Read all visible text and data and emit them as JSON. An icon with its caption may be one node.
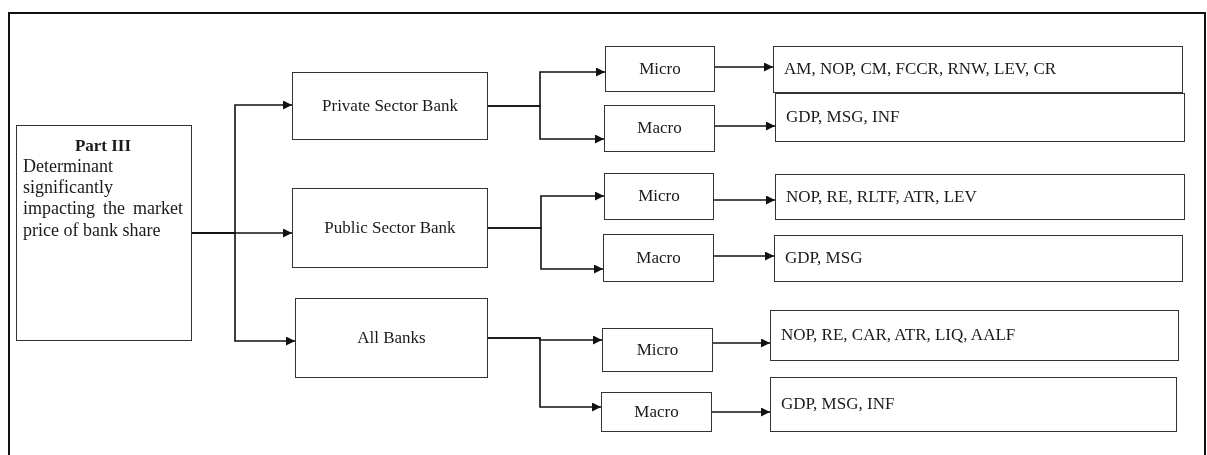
{
  "diagram": {
    "nodes": [
      {
        "text": [
          "Part III",
          "Determinant significantly impacting the market price of bank share"
        ]
      },
      {
        "text": [
          "Private Sector Bank"
        ]
      },
      {
        "text": [
          "Public Sector Bank"
        ]
      },
      {
        "text": [
          "All Banks"
        ]
      },
      {
        "text": [
          "Micro"
        ]
      },
      {
        "text": [
          "Macro"
        ]
      },
      {
        "text": [
          "Micro"
        ]
      },
      {
        "text": [
          "Macro"
        ]
      },
      {
        "text": [
          "Micro"
        ]
      },
      {
        "text": [
          "Macro"
        ]
      },
      {
        "text": [
          "AM, NOP, CM, FCCR, RNW, LEV, CR"
        ]
      },
      {
        "text": [
          "GDP, MSG, INF"
        ]
      },
      {
        "text": [
          "NOP, RE, RLTF, ATR, LEV"
        ]
      },
      {
        "text": [
          "GDP, MSG"
        ]
      },
      {
        "text": [
          "NOP, RE, CAR, ATR, LIQ, AALF"
        ]
      },
      {
        "text": [
          "GDP, MSG, INF"
        ]
      }
    ],
    "edges": [
      {
        "from": 0,
        "to": 1,
        "arrow": "to"
      },
      {
        "from": 0,
        "to": 2,
        "arrow": "to"
      },
      {
        "from": 0,
        "to": 3,
        "arrow": "to"
      },
      {
        "from": 1,
        "to": 4,
        "arrow": "to"
      },
      {
        "from": 1,
        "to": 5,
        "arrow": "to"
      },
      {
        "from": 2,
        "to": 6,
        "arrow": "to"
      },
      {
        "from": 2,
        "to": 7,
        "arrow": "to"
      },
      {
        "from": 3,
        "to": 8,
        "arrow": "to"
      },
      {
        "from": 3,
        "to": 9,
        "arrow": "to"
      },
      {
        "from": 4,
        "to": 10,
        "arrow": "to"
      },
      {
        "from": 5,
        "to": 11,
        "arrow": "to"
      },
      {
        "from": 6,
        "to": 12,
        "arrow": "to"
      },
      {
        "from": 7,
        "to": 13,
        "arrow": "to"
      },
      {
        "from": 8,
        "to": 14,
        "arrow": "to"
      },
      {
        "from": 9,
        "to": 15,
        "arrow": "to"
      }
    ]
  }
}
